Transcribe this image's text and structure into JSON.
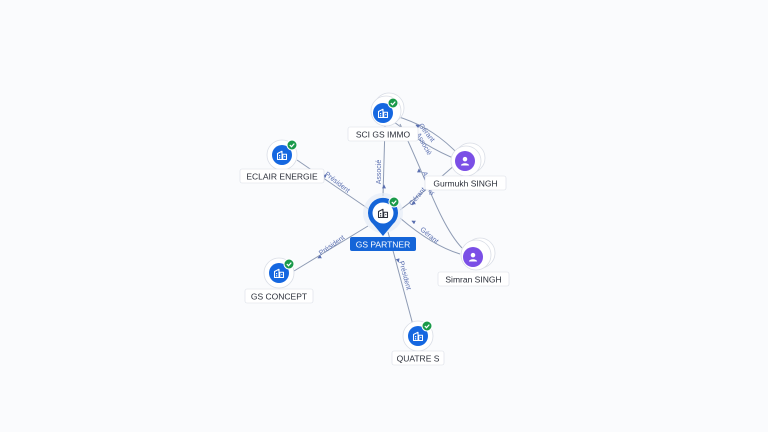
{
  "colors": {
    "company": "#1567e0",
    "person": "#7b4fe6",
    "check": "#1a9a4a",
    "edge": "#8e9bb4",
    "edge_label": "#5a6fb0"
  },
  "nodes": {
    "center": {
      "label": "GS PARTNER",
      "type": "company-center"
    },
    "sci": {
      "label": "SCI GS IMMO",
      "type": "company"
    },
    "eclair": {
      "label": "ECLAIR ENERGIE",
      "type": "company"
    },
    "concept": {
      "label": "GS CONCEPT",
      "type": "company"
    },
    "quatre": {
      "label": "QUATRE S",
      "type": "company"
    },
    "gurmukh": {
      "label": "Gurmukh SINGH",
      "type": "person"
    },
    "simran": {
      "label": "Simran SINGH",
      "type": "person"
    }
  },
  "edges": {
    "center_sci": "Associé",
    "center_eclair": "Président",
    "center_concept": "Président",
    "center_quatre": "Président",
    "sci_gurmukh_gerant": "Gérant",
    "sci_gurmukh_associe": "Associé",
    "sci_simran": "Associé",
    "center_gurmukh": "Gérant",
    "center_simran": "Gérant"
  },
  "icons": {
    "company": "building-icon",
    "person": "person-icon",
    "verified": "check-badge-icon"
  }
}
